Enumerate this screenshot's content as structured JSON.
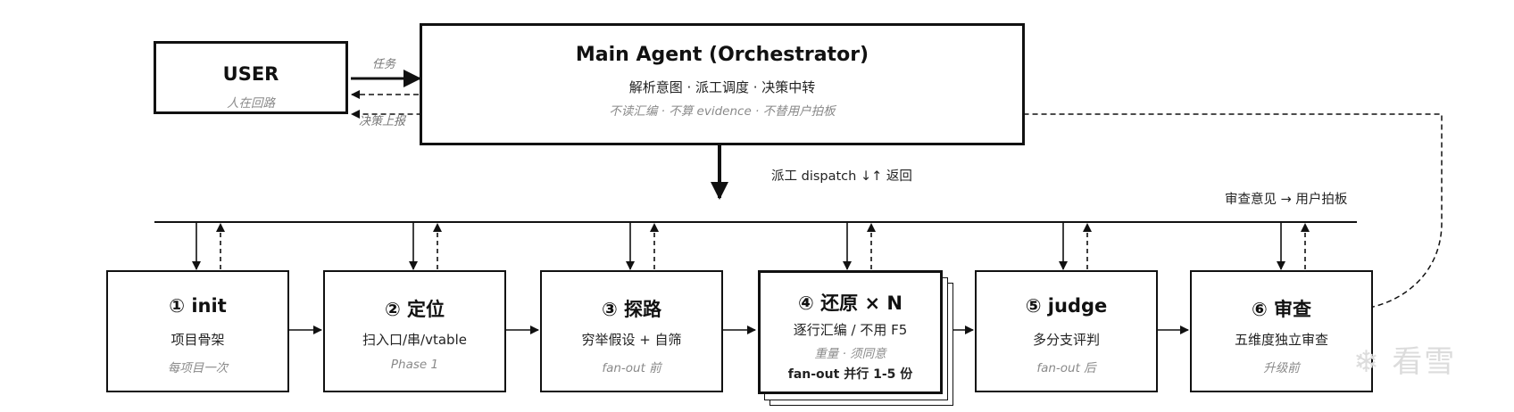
{
  "user": {
    "title": "USER",
    "note": "人在回路"
  },
  "orchestrator": {
    "title": "Main Agent (Orchestrator)",
    "subtitle": "解析意图 · 派工调度 · 决策中转",
    "note": "不读汇编 · 不算 evidence · 不替用户拍板"
  },
  "edges": {
    "task": "任务",
    "decision_report": "决策上报",
    "dispatch": "派工 dispatch ↓↑ 返回",
    "review_to_user": "审查意见 → 用户拍板"
  },
  "stages": [
    {
      "title": "① init",
      "subtitle": "项目骨架",
      "note": "每项目一次"
    },
    {
      "title": "② 定位",
      "subtitle": "扫入口/串/vtable",
      "note": "Phase 1"
    },
    {
      "title": "③ 探路",
      "subtitle": "穷举假设 + 自筛",
      "note": "fan-out 前"
    },
    {
      "title": "④ 还原 × N",
      "subtitle": "逐行汇编 / 不用 F5",
      "note": "重量 · 须同意",
      "extra": "fan-out 并行 1-5 份"
    },
    {
      "title": "⑤ judge",
      "subtitle": "多分支评判",
      "note": "fan-out 后"
    },
    {
      "title": "⑥ 审查",
      "subtitle": "五维度独立审查",
      "note": "升级前"
    }
  ],
  "watermark": {
    "icon": "snowflake-icon",
    "text": "看雪"
  }
}
